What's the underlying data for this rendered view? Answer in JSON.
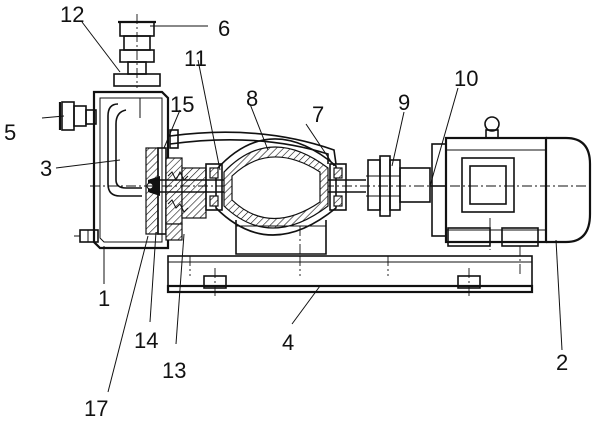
{
  "labels": {
    "l1": "1",
    "l2": "2",
    "l3": "3",
    "l4": "4",
    "l5": "5",
    "l6": "6",
    "l7": "7",
    "l8": "8",
    "l9": "9",
    "l10": "10",
    "l11": "11",
    "l12": "12",
    "l13": "13",
    "l14": "14",
    "l15": "15",
    "l17": "17"
  }
}
